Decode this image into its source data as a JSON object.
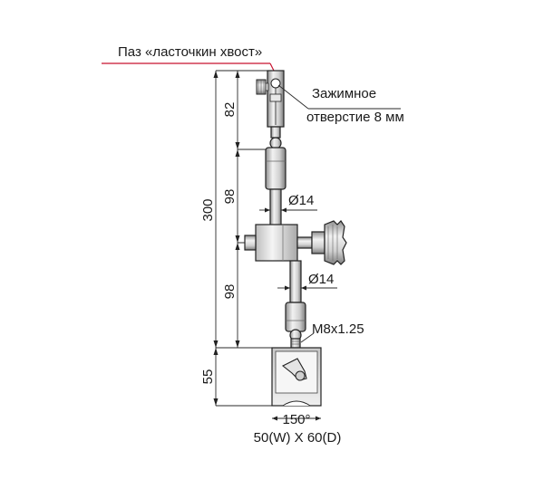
{
  "labels": {
    "dovetail": "Паз «ласточкин хвост»",
    "clamp_line1": "Зажимное",
    "clamp_line2": "отверстие 8 мм",
    "diameter_upper": "Ø14",
    "diameter_lower": "Ø14",
    "thread": "M8x1.25",
    "angle": "150°",
    "base_size": "50(W) X 60(D)"
  },
  "dimensions": {
    "total": "300",
    "top_segment": "82",
    "middle_segment": "98",
    "lower_segment": "98",
    "base_height": "55"
  },
  "colors": {
    "leader_red": "#c8102e",
    "line": "#222222",
    "part_fill": "#d9d9d9",
    "part_shade": "#9a9a9a"
  }
}
